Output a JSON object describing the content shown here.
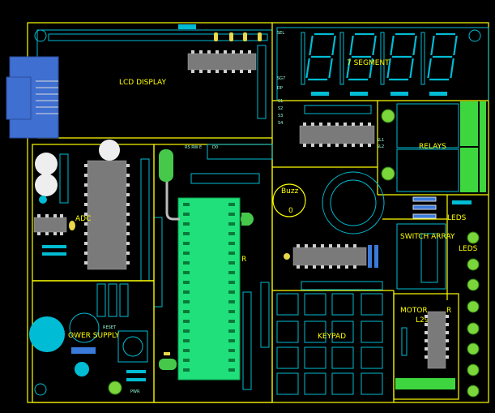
{
  "labels": {
    "lcd_display": "LCD DISPLAY",
    "seven_segment": "7 SEGMENT",
    "relays": "RELAYS",
    "buzz": "Buzz",
    "switch_array": "SWITCH ARRAY",
    "leds_top": "LEDS",
    "leds_right": "LEDS",
    "motor": "MOTOR",
    "motor_suffix": "R",
    "motor_ic": "L29",
    "keypad": "KEYPAD",
    "power_supply": "OWER SUPPLY",
    "adc": "ADC",
    "r_label": "R",
    "buzzer_zero": "0",
    "seven_segment_digits": "8888"
  },
  "small_text": {
    "sel": "SEL",
    "sg7": "SG7",
    "dp": "DP",
    "s1": "S1",
    "s2": "S2",
    "s3": "S3",
    "s4": "S4",
    "rs": "RS RW E",
    "d0": "D0",
    "sl1": "SL1",
    "sl2": "SL2",
    "reset": "RESET",
    "pwr": "PWR"
  },
  "colors": {
    "outline": "#ffff00",
    "trace": "#00bcd4",
    "mcu": "#1fe07a",
    "led": "#7ad63a"
  }
}
